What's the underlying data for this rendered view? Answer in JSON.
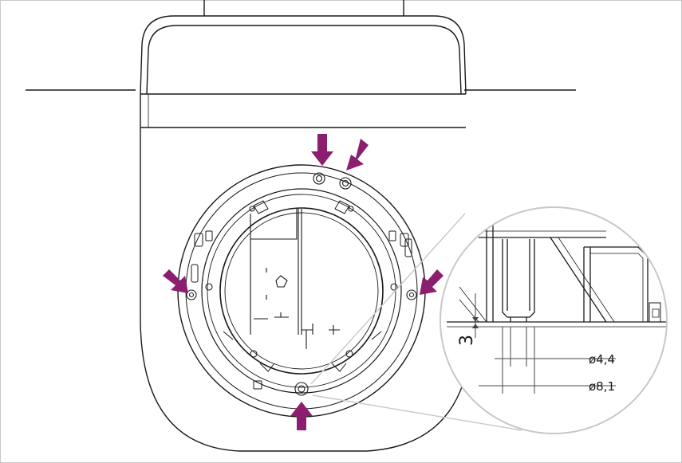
{
  "dimensions": {
    "hole_inner": "ø4,4",
    "hole_outer": "ø8,1",
    "depth": "3"
  },
  "colors": {
    "line": "#1a1a1a",
    "arrow": "#8b1e6e",
    "frame": "#c8c8c8",
    "dim": "#444444"
  },
  "callouts": {
    "arrow_count": 5
  }
}
